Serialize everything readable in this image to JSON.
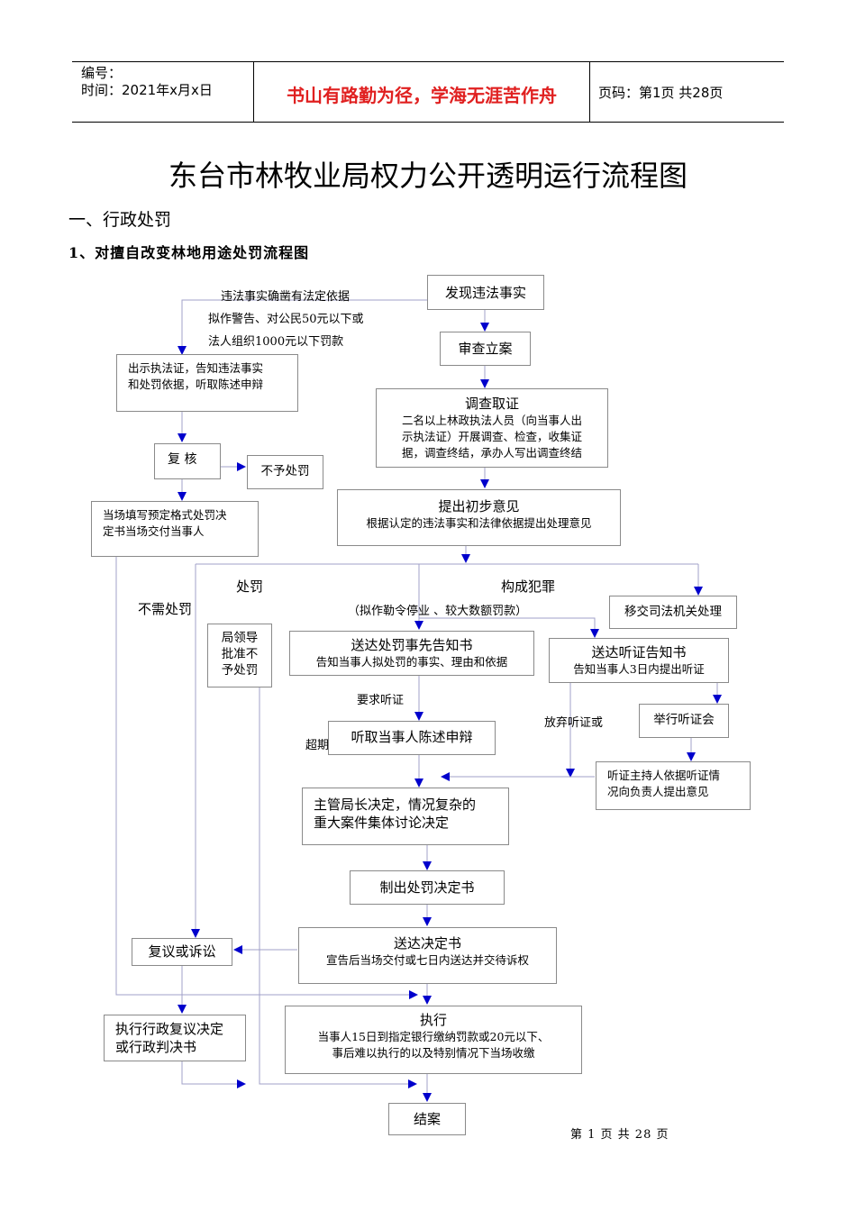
{
  "header": {
    "code_label": "编号：",
    "date_label": "时间：2021年x月x日",
    "motto": "书山有路勤为径，学海无涯苦作舟",
    "page_label": "页码：第1页  共28页"
  },
  "title": "东台市林牧业局权力公开透明运行流程图",
  "section": "一、行政处罚",
  "subsection": "1、对擅自改变林地用途处罚流程图",
  "flow": {
    "discover": "发现违法事实",
    "simple_cond_1": "违法事实确凿有法定依据",
    "simple_cond_2": "拟作警告、对公民50元以下或",
    "simple_cond_3": "法人组织1000元以下罚款",
    "show_cert_1": "出示执法证，告知违法事实",
    "show_cert_2": "和处罚依据，听取陈述申辩",
    "review": "复  核",
    "no_punish_box": "不予处罚",
    "fill_form_1": "当场填写预定格式处罚决",
    "fill_form_2": "定书当场交付当事人",
    "register": "审查立案",
    "investigate_title": "调查取证",
    "investigate_1": "二名以上林政执法人员（向当事人出",
    "investigate_2": "示执法证）开展调查、检查，收集证",
    "investigate_3": "据，调查终结，承办人写出调查终结",
    "opinion_title": "提出初步意见",
    "opinion_sub": "根据认定的违法事实和法律依据提出处理意见",
    "punish_label": "处罚",
    "crime_label": "构成犯罪",
    "no_need_label": "不需处罚",
    "heavy_label": "（拟作勒令停业 、较大数额罚款）",
    "transfer": "移交司法机关处理",
    "leader_no_1": "局领导",
    "leader_no_2": "批准不",
    "leader_no_3": "予处罚",
    "notice_title": "送达处罚事先告知书",
    "notice_sub": "告知当事人拟处罚的事实、理由和依据",
    "hearing_notice_title": "送达听证告知书",
    "hearing_notice_sub": "告知当事人3日内提出听证",
    "request_hearing": "要求听证",
    "waive_hearing": "放弃听证或",
    "overdue": "超期",
    "listen": "听取当事人陈述申辩",
    "hold_hearing": "举行听证会",
    "hearing_host_1": "听证主持人依据听证情",
    "hearing_host_2": "况向负责人提出意见",
    "director_1": "主管局长决定，情况复杂的",
    "director_2": "重大案件集体讨论决定",
    "make_decision": "制出处罚决定书",
    "deliver_title": "送达决定书",
    "deliver_sub": "宣告后当场交付或七日内送达并交待诉权",
    "appeal": "复议或诉讼",
    "execute_title": "执行",
    "execute_1": "当事人15日到指定银行缴纳罚款或20元以下、",
    "execute_2": "事后难以执行的以及特别情况下当场收缴",
    "admin_review_1": "执行行政复议决定",
    "admin_review_2": "或行政判决书",
    "close": "结案"
  },
  "footer": "第 1 页 共 28 页",
  "colors": {
    "motto": "#e02020",
    "line": "#a0a0c0",
    "arrow": "#0000cc",
    "box_border": "#8a8a8a"
  }
}
